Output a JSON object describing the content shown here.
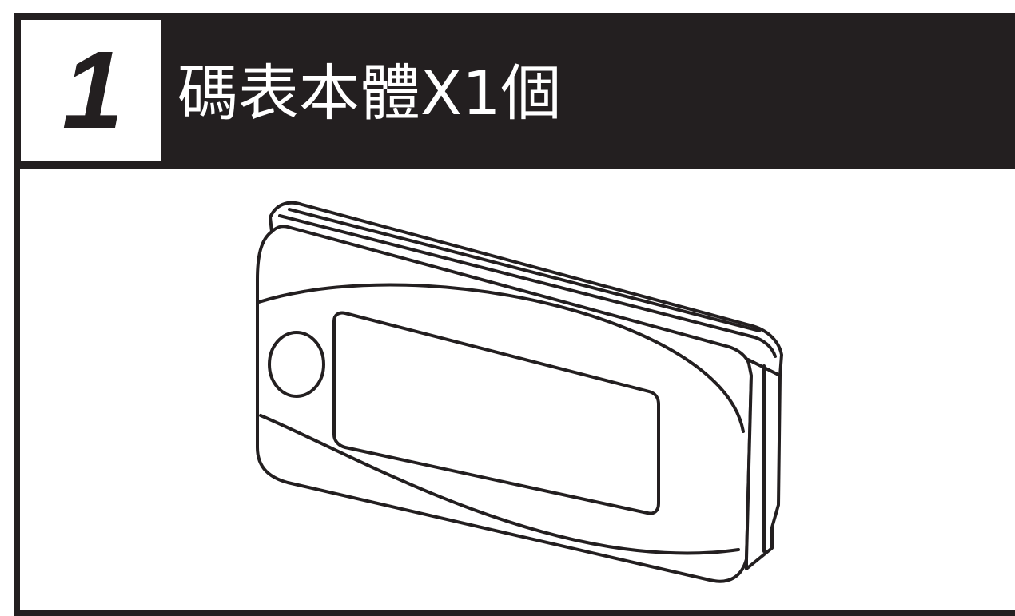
{
  "step": {
    "number": "1",
    "title": "碼表本體X1個"
  },
  "illustration": {
    "subject": "meter-body",
    "line_color": "#231f20",
    "fill_color": "#ffffff"
  },
  "colors": {
    "header_background": "#231f20",
    "header_text": "#ffffff",
    "step_box_background": "#ffffff",
    "step_number": "#231f20"
  }
}
